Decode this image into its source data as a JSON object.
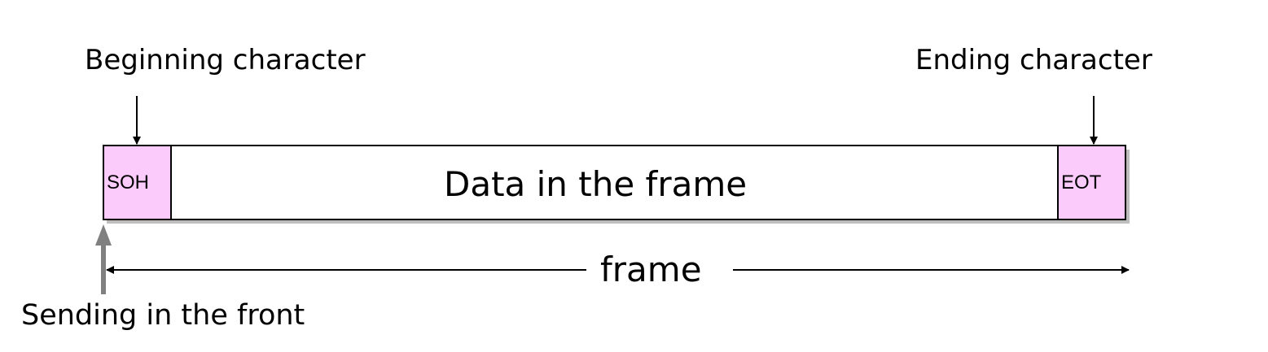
{
  "labels": {
    "beginning": "Beginning character",
    "ending": "Ending character",
    "soh": "SOH",
    "eot": "EOT",
    "data": "Data in the frame",
    "frame": "frame",
    "sending": "Sending in the front"
  },
  "colors": {
    "control_fill": "#fbccfb",
    "data_fill": "#ffffff",
    "stroke": "#000000",
    "shadow": "#bdbdbd",
    "front_arrow": "#808080"
  }
}
